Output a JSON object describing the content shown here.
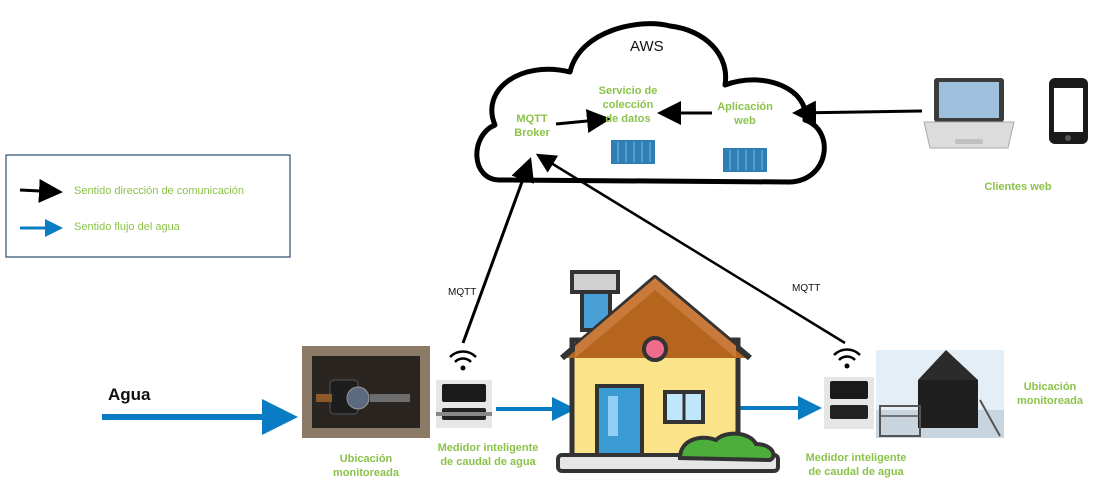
{
  "cloud": {
    "title": "AWS"
  },
  "services": {
    "mqtt_broker": "MQTT\nBroker",
    "collection_service": "Servicio de\ncolección\nde datos",
    "web_app": "Aplicación\nweb"
  },
  "clients": {
    "label": "Clientes web"
  },
  "legend": {
    "communication": "Sentido dirección de comunicación",
    "water_flow": "Sentido flujo del agua"
  },
  "protocol_left": "MQTT",
  "protocol_right": "MQTT",
  "water_label": "Agua",
  "location_left": "Ubicación\nmonitoreada",
  "location_right": "Ubicación\nmonitoreada",
  "meter_left": "Medidor inteligente\nde caudal de agua",
  "meter_right": "Medidor inteligente\nde caudal de agua",
  "colors": {
    "accent_green": "#8bc34a",
    "flow_blue": "#0a7cc4",
    "house_yellow": "#fbe38a",
    "roof_brown": "#b5651d"
  }
}
